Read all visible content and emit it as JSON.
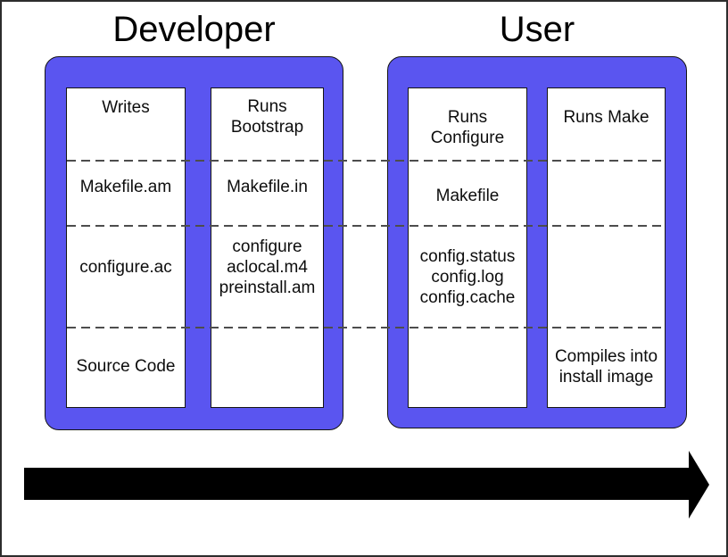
{
  "developer": {
    "title": "Developer",
    "writes_col": {
      "r1": "Writes",
      "r2": "Makefile.am",
      "r3": "configure.ac",
      "r4": "Source Code"
    },
    "bootstrap_col": {
      "r1": "Runs\nBootstrap",
      "r2": "Makefile.in",
      "r3": "configure\naclocal.m4\npreinstall.am"
    }
  },
  "user": {
    "title": "User",
    "configure_col": {
      "r1": "Runs\nConfigure",
      "r2": "Makefile",
      "r3": "config.status\nconfig.log\nconfig.cache"
    },
    "make_col": {
      "r1": "Runs Make",
      "r4": "Compiles into\ninstall image"
    }
  },
  "colors": {
    "panel_blue": "#5a55f0",
    "dash_gray": "#4d4d4d",
    "arrow_black": "#000000",
    "frame_border": "#2d2d2d"
  },
  "flow_arrow": {
    "direction": "right"
  }
}
